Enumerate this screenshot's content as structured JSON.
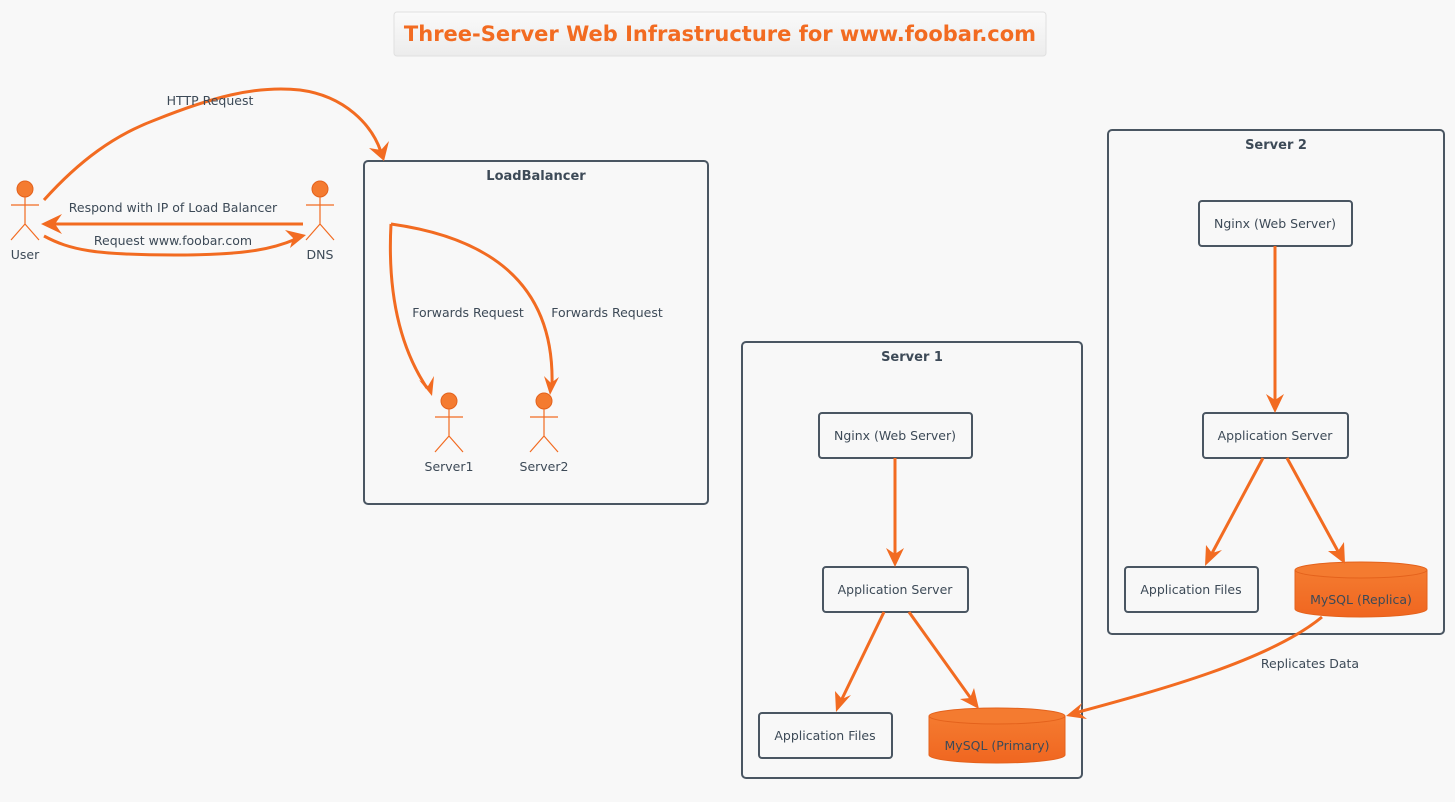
{
  "title": "Three-Server Web Infrastructure for www.foobar.com",
  "actors": {
    "user": "User",
    "dns": "DNS",
    "server1": "Server1",
    "server2": "Server2"
  },
  "packages": {
    "loadbalancer": "LoadBalancer",
    "server1": "Server 1",
    "server2": "Server 2"
  },
  "server1": {
    "nginx": "Nginx (Web Server)",
    "app_server": "Application Server",
    "app_files": "Application Files",
    "mysql": "MySQL (Primary)"
  },
  "server2": {
    "nginx": "Nginx (Web Server)",
    "app_server": "Application Server",
    "app_files": "Application Files",
    "mysql": "MySQL (Replica)"
  },
  "edges": {
    "http_request": "HTTP Request",
    "respond_ip": "Respond with IP of Load Balancer",
    "request_foobar": "Request www.foobar.com",
    "forwards_1": "Forwards Request",
    "forwards_2": "Forwards Request",
    "replicates": "Replicates Data"
  },
  "colors": {
    "accent": "#f26b21",
    "stroke": "#4a5662",
    "text": "#3d4a57",
    "background": "#f8f8f8"
  }
}
